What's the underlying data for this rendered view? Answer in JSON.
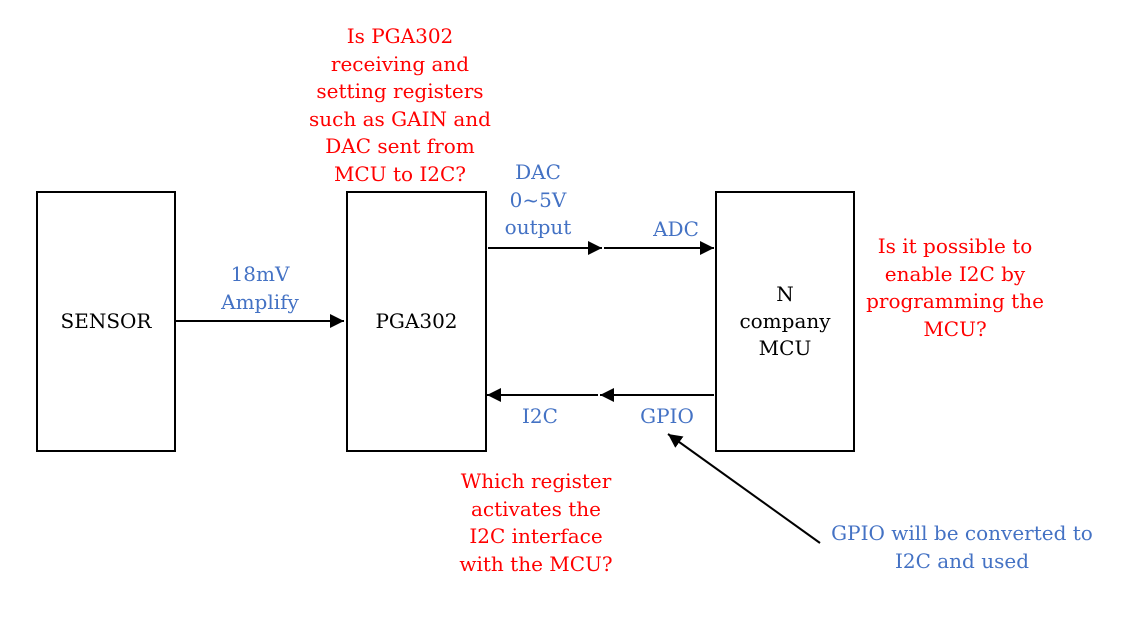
{
  "blocks": {
    "sensor": "SENSOR",
    "pga302": "PGA302",
    "mcu": "N\ncompany\nMCU"
  },
  "signals": {
    "sensor_to_pga": "18mV\nAmplify",
    "dac": "DAC\n0~5V\noutput",
    "adc": "ADC",
    "i2c": "I2C",
    "gpio": "GPIO",
    "gpio_note": "GPIO will be converted to\nI2C and used"
  },
  "questions": {
    "pga_registers": "Is PGA302\nreceiving and\nsetting registers\nsuch as GAIN and\nDAC sent from\nMCU to I2C?",
    "mcu_i2c": "Is it possible to\nenable I2C by\nprogramming the\nMCU?",
    "register_activation": "Which register\nactivates the\nI2C interface\nwith the MCU?"
  },
  "colors": {
    "signal_label": "#4472c4",
    "question": "#ff0000",
    "line": "#000000"
  }
}
